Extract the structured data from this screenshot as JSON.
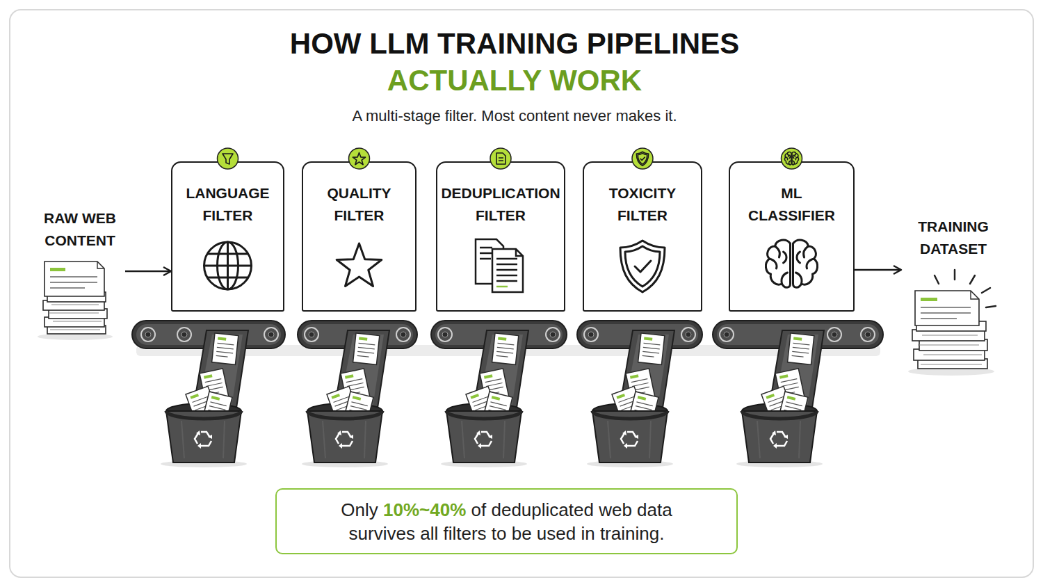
{
  "diagram": {
    "title": "HOW LLM TRAINING PIPELINES ACTUALLY WORK",
    "nodes": [
      {
        "text": [
          "RAW WEB CONTENT"
        ]
      },
      {
        "text": [
          "LANGUAGE FILTER"
        ]
      },
      {
        "text": [
          "QUALITY FILTER"
        ]
      },
      {
        "text": [
          "DEDUPLICATION FILTER"
        ]
      },
      {
        "text": [
          "TOXICITY FILTER"
        ]
      },
      {
        "text": [
          "ML CLASSIFIER"
        ]
      },
      {
        "text": [
          "TRAINING DATASET"
        ]
      },
      {
        "text": [
          "Only",
          "10%~40%",
          "of deduplicated web data survives all filters to be used in training."
        ]
      }
    ],
    "edges": [
      {
        "from": 0,
        "to": 1,
        "arrow": "to"
      },
      {
        "from": 5,
        "to": 6,
        "arrow": "to"
      }
    ],
    "labels": [
      "A multi-stage filter. Most content never makes it."
    ]
  }
}
